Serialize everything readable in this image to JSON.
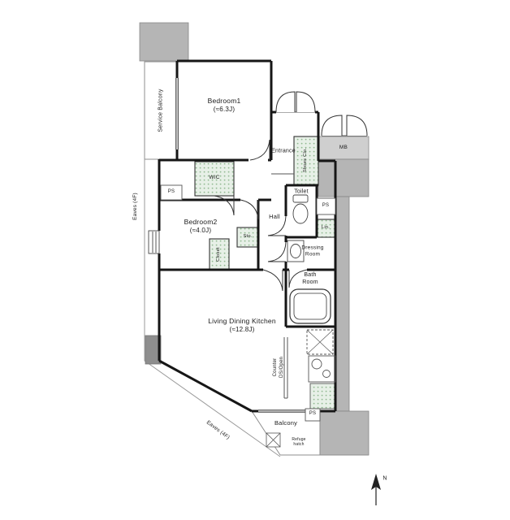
{
  "floorplan": {
    "rooms": {
      "service_balcony": {
        "label": "Service Balcony"
      },
      "bedroom1": {
        "label": "Bedroom1",
        "size": "(≈6.3J)"
      },
      "entrance": {
        "label": "Entrance"
      },
      "shoes_closet": {
        "label": "Shoes Clo."
      },
      "meter_box": {
        "label": "MB"
      },
      "wic": {
        "label": "WIC"
      },
      "toilet": {
        "label": "Toilet"
      },
      "bedroom2": {
        "label": "Bedroom2",
        "size": "(≈4.0J)"
      },
      "hall": {
        "label": "Hall"
      },
      "storage": {
        "label": "Sto."
      },
      "linen": {
        "label": "Lin."
      },
      "dressing_room": {
        "label": "Dressing\nRoom"
      },
      "closet": {
        "label": "Closet"
      },
      "bath_room": {
        "label": "Bath\nRoom"
      },
      "ldk": {
        "label": "Living Dining Kitchen",
        "size": "(≈12.8J)"
      },
      "kitchen_counter": {
        "label": "Counter\nDS/Open"
      },
      "balcony": {
        "label": "Balcony"
      }
    },
    "service_labels": {
      "ps_upper_left": "PS",
      "ps_right": "PS",
      "ps_bottom": "PS",
      "eaves_left": "Eaves (4F)",
      "eaves_bottom": "Eaves (4F)",
      "refuge_hatch": "Refuge\nhatch"
    },
    "compass": {
      "north": "N"
    },
    "colors": {
      "wall": "#161616",
      "structure_gray": "#b5b5b5",
      "meter_box_gray": "#cfcfcf",
      "closet_fill": "#e7f0e7",
      "closet_dot": "#8fb88f",
      "background": "#ffffff"
    }
  }
}
